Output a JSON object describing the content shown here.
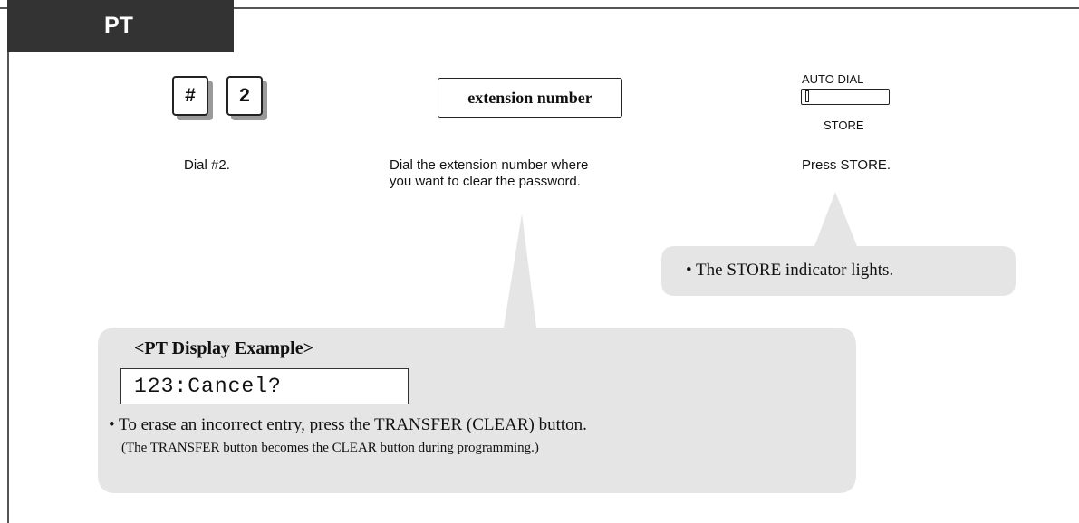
{
  "header": {
    "tab_label": "PT"
  },
  "steps": [
    {
      "keys": [
        "#",
        "2"
      ],
      "caption": "Dial #2."
    },
    {
      "box_label": "extension number",
      "caption_lines": [
        "Dial the extension number where",
        "you want to clear the password."
      ]
    },
    {
      "button_top_label": "AUTO DIAL",
      "button_bottom_label": "STORE",
      "caption": "Press STORE."
    }
  ],
  "store_note": "• The STORE indicator lights.",
  "display_example": {
    "title": "<PT Display Example>",
    "lcd_text": "123:Cancel?",
    "note": "• To erase an incorrect entry, press the TRANSFER (CLEAR) button.",
    "sub_note": "(The TRANSFER button becomes the CLEAR button during programming.)"
  },
  "colors": {
    "tab_bg": "#333333",
    "bubble_bg": "#e5e5e5",
    "key_shadow": "#9a9a9a"
  }
}
